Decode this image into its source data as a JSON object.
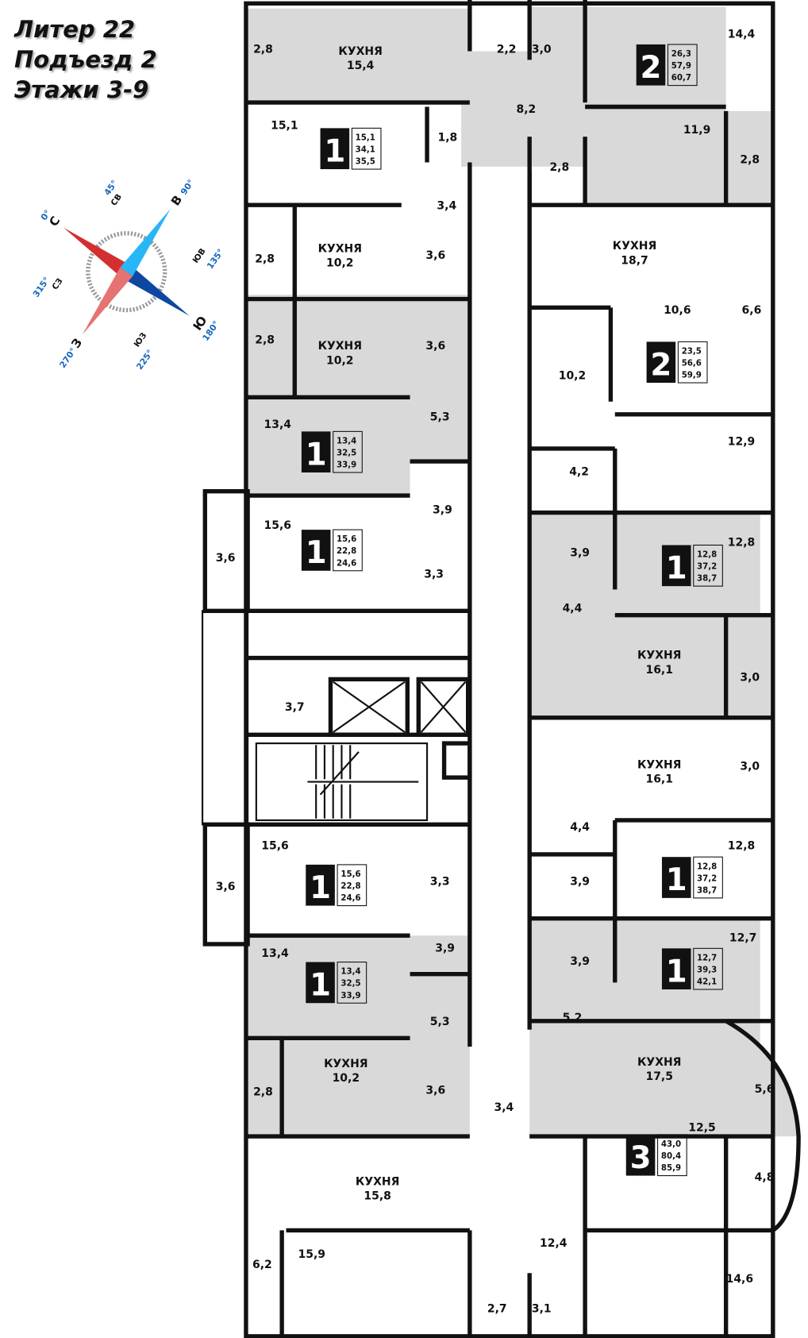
{
  "header": {
    "line1": "Литер 22",
    "line2": "Подъезд 2",
    "line3": "Этажи 3-9"
  },
  "compass": {
    "labels": [
      "С",
      "В",
      "Ю",
      "З",
      "СВ",
      "ЮВ",
      "ЮЗ",
      "СЗ"
    ],
    "degrees": [
      "0°",
      "90°",
      "180°",
      "270°",
      "45°",
      "135°",
      "225°",
      "315°"
    ],
    "colors": {
      "red": "#d32f2f",
      "blue": "#0d47a1",
      "light_blue": "#29b6f6"
    }
  },
  "colors": {
    "gray_room": "#d9d9d9",
    "wall": "#111111"
  },
  "rooms": [
    {
      "label": "",
      "area": "2,8"
    },
    {
      "label": "КУХНЯ",
      "area": "15,4"
    },
    {
      "label": "",
      "area": "2,2"
    },
    {
      "label": "",
      "area": "3,0"
    },
    {
      "label": "",
      "area": "8,2"
    },
    {
      "label": "",
      "area": "14,4"
    },
    {
      "label": "",
      "area": "11,9"
    },
    {
      "label": "",
      "area": "2,8"
    },
    {
      "label": "",
      "area": "2,8"
    },
    {
      "label": "",
      "area": "15,1"
    },
    {
      "label": "",
      "area": "1,8"
    },
    {
      "label": "",
      "area": "3,4"
    },
    {
      "label": "",
      "area": "2,8"
    },
    {
      "label": "КУХНЯ",
      "area": "10,2"
    },
    {
      "label": "",
      "area": "3,6"
    },
    {
      "label": "",
      "area": "2,8"
    },
    {
      "label": "КУХНЯ",
      "area": "10,2"
    },
    {
      "label": "",
      "area": "3,6"
    },
    {
      "label": "",
      "area": "5,3"
    },
    {
      "label": "",
      "area": "13,4"
    },
    {
      "label": "",
      "area": "3,9"
    },
    {
      "label": "",
      "area": "3,6"
    },
    {
      "label": "",
      "area": "15,6"
    },
    {
      "label": "",
      "area": "3,3"
    },
    {
      "label": "",
      "area": "3,7"
    },
    {
      "label": "",
      "area": "15,6"
    },
    {
      "label": "",
      "area": "3,3"
    },
    {
      "label": "",
      "area": "3,6"
    },
    {
      "label": "",
      "area": "3,9"
    },
    {
      "label": "",
      "area": "13,4"
    },
    {
      "label": "",
      "area": "5,3"
    },
    {
      "label": "",
      "area": "2,8"
    },
    {
      "label": "КУХНЯ",
      "area": "10,2"
    },
    {
      "label": "",
      "area": "3,6"
    },
    {
      "label": "КУХНЯ",
      "area": "15,8"
    },
    {
      "label": "",
      "area": "6,2"
    },
    {
      "label": "",
      "area": "15,9"
    },
    {
      "label": "",
      "area": "3,4"
    },
    {
      "label": "",
      "area": "12,4"
    },
    {
      "label": "",
      "area": "2,7"
    },
    {
      "label": "",
      "area": "3,1"
    },
    {
      "label": "КУХНЯ",
      "area": "18,7"
    },
    {
      "label": "",
      "area": "6,6"
    },
    {
      "label": "",
      "area": "10,6"
    },
    {
      "label": "",
      "area": "10,2"
    },
    {
      "label": "",
      "area": "12,9"
    },
    {
      "label": "",
      "area": "4,2"
    },
    {
      "label": "",
      "area": "3,9"
    },
    {
      "label": "",
      "area": "12,8"
    },
    {
      "label": "",
      "area": "4,4"
    },
    {
      "label": "КУХНЯ",
      "area": "16,1"
    },
    {
      "label": "",
      "area": "3,0"
    },
    {
      "label": "КУХНЯ",
      "area": "16,1"
    },
    {
      "label": "",
      "area": "3,0"
    },
    {
      "label": "",
      "area": "4,4"
    },
    {
      "label": "",
      "area": "12,8"
    },
    {
      "label": "",
      "area": "3,9"
    },
    {
      "label": "",
      "area": "3,9"
    },
    {
      "label": "",
      "area": "12,7"
    },
    {
      "label": "",
      "area": "5,2"
    },
    {
      "label": "КУХНЯ",
      "area": "17,5"
    },
    {
      "label": "",
      "area": "5,6"
    },
    {
      "label": "",
      "area": "12,5"
    },
    {
      "label": "",
      "area": "4,8"
    },
    {
      "label": "",
      "area": "14,6"
    }
  ],
  "apartments": [
    {
      "rooms": "2",
      "living": "26,3",
      "total": "57,9",
      "total_with_balcony": "60,7"
    },
    {
      "rooms": "1",
      "living": "15,1",
      "total": "34,1",
      "total_with_balcony": "35,5"
    },
    {
      "rooms": "2",
      "living": "23,5",
      "total": "56,6",
      "total_with_balcony": "59,9"
    },
    {
      "rooms": "1",
      "living": "13,4",
      "total": "32,5",
      "total_with_balcony": "33,9"
    },
    {
      "rooms": "1",
      "living": "15,6",
      "total": "22,8",
      "total_with_balcony": "24,6"
    },
    {
      "rooms": "1",
      "living": "12,8",
      "total": "37,2",
      "total_with_balcony": "38,7"
    },
    {
      "rooms": "1",
      "living": "15,6",
      "total": "22,8",
      "total_with_balcony": "24,6"
    },
    {
      "rooms": "1",
      "living": "12,8",
      "total": "37,2",
      "total_with_balcony": "38,7"
    },
    {
      "rooms": "1",
      "living": "13,4",
      "total": "32,5",
      "total_with_balcony": "33,9"
    },
    {
      "rooms": "1",
      "living": "12,7",
      "total": "39,3",
      "total_with_balcony": "42,1"
    },
    {
      "rooms": "3",
      "living": "43,0",
      "total": "80,4",
      "total_with_balcony": "85,9"
    }
  ]
}
